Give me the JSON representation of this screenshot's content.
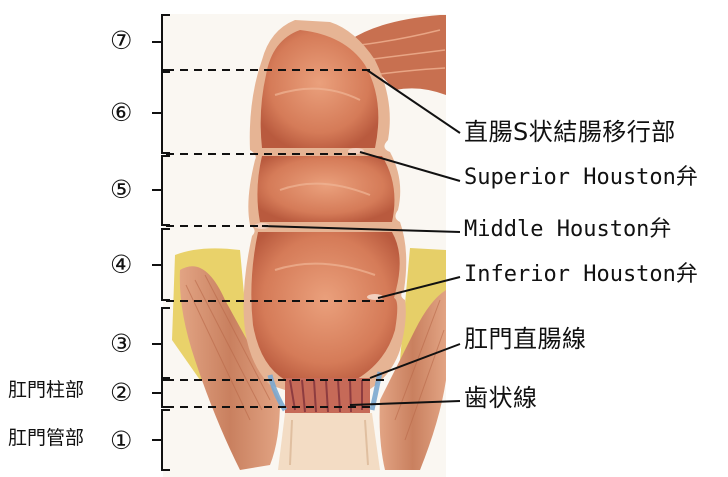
{
  "segments": [
    {
      "id": "seg-7",
      "label": "⑦"
    },
    {
      "id": "seg-6",
      "label": "⑥"
    },
    {
      "id": "seg-5",
      "label": "⑤"
    },
    {
      "id": "seg-4",
      "label": "④"
    },
    {
      "id": "seg-3",
      "label": "③"
    },
    {
      "id": "seg-2",
      "label": "②",
      "prefix": "肛門柱部"
    },
    {
      "id": "seg-1",
      "label": "①",
      "prefix": "肛門管部"
    }
  ],
  "annotations": [
    {
      "id": "rectosigmoid",
      "text": "直腸S状結腸移行部"
    },
    {
      "id": "superior-houston",
      "text": "Superior Houston弁"
    },
    {
      "id": "middle-houston",
      "text": "Middle Houston弁"
    },
    {
      "id": "inferior-houston",
      "text": "Inferior Houston弁"
    },
    {
      "id": "anorectal-line",
      "text": "肛門直腸線"
    },
    {
      "id": "dentate-line",
      "text": "歯状線"
    }
  ],
  "colors": {
    "mucosa": "#d9805c",
    "mucosa_dark": "#b8583e",
    "wall": "#e6b494",
    "fat": "#e9d26a",
    "muscle": "#d9936e",
    "canal": "#f3dcc4",
    "vein": "#7aa7cf"
  }
}
